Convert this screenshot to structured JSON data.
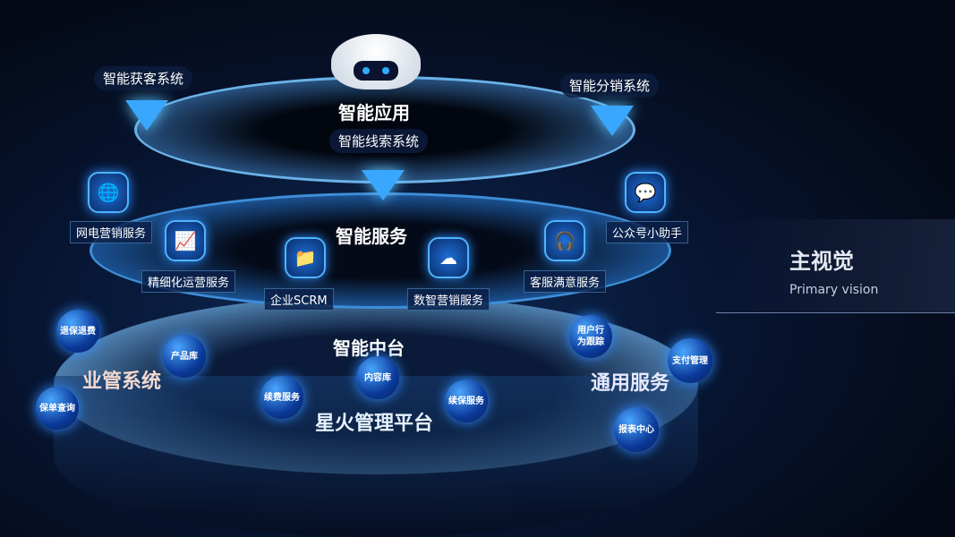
{
  "top": {
    "title": "智能应用",
    "subtitle": "智能线索系统",
    "left": "智能获客系统",
    "right": "智能分销系统"
  },
  "middle": {
    "title": "智能服务",
    "items": [
      {
        "label": "网电营销服务",
        "icon": "globe-icon"
      },
      {
        "label": "精细化运营服务",
        "icon": "chart-icon"
      },
      {
        "label": "企业SCRM",
        "icon": "folder-icon"
      },
      {
        "label": "数智营销服务",
        "icon": "cloud-icon"
      },
      {
        "label": "客服满意服务",
        "icon": "headset-icon"
      },
      {
        "label": "公众号小助手",
        "icon": "chat-icon"
      }
    ]
  },
  "bottom": {
    "title": "智能中台",
    "platform": "星火管理平台",
    "left_section": "业管系统",
    "right_section": "通用服务",
    "nodes": [
      "退保退费",
      "产品库",
      "保单查询",
      "续费服务",
      "内容库",
      "续保服务",
      "用户行为跟踪",
      "支付管理",
      "报表中心"
    ]
  },
  "side": {
    "title": "主视觉",
    "subtitle": "Primary vision"
  }
}
